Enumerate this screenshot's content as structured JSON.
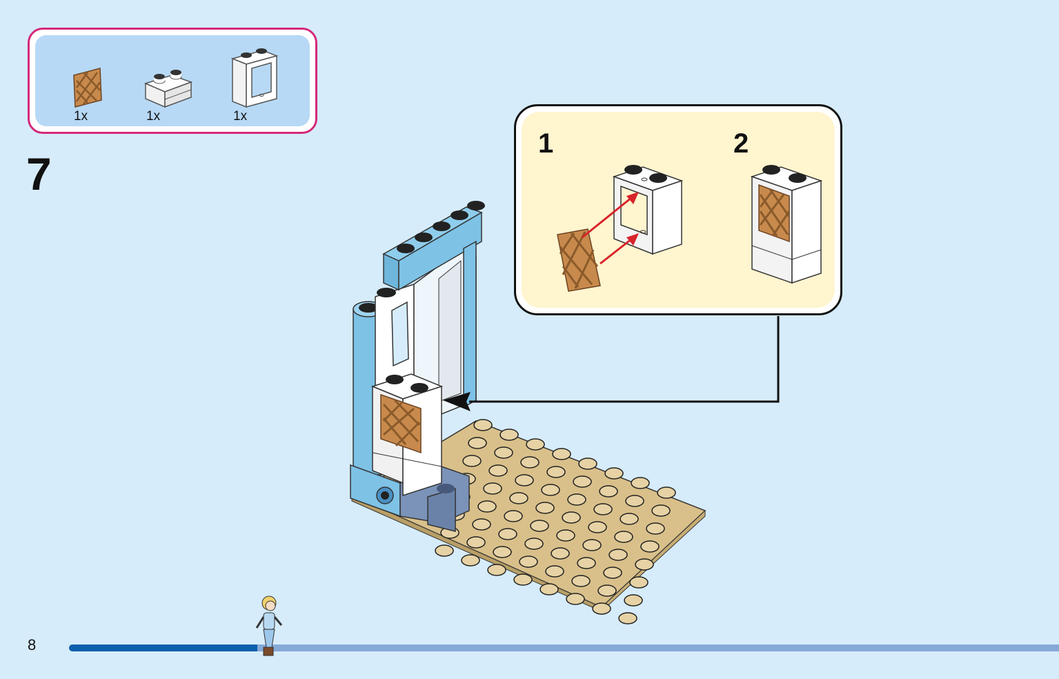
{
  "parts_list": {
    "items": [
      {
        "name": "lattice panel",
        "qty": "1x",
        "icon": "lattice-panel-icon"
      },
      {
        "name": "white brick 1x2",
        "qty": "1x",
        "icon": "white-brick-icon"
      },
      {
        "name": "white window frame",
        "qty": "1x",
        "icon": "window-frame-icon"
      }
    ]
  },
  "step": {
    "number": "7"
  },
  "callout": {
    "substeps": [
      {
        "label": "1"
      },
      {
        "label": "2"
      }
    ]
  },
  "footer": {
    "page_number": "8",
    "progress": 0.19
  },
  "colors": {
    "background": "#d6ecfb",
    "parts_border": "#d6287a",
    "progress_fill": "#0a5fac",
    "progress_track": "#86a9d8",
    "arrow_red": "#d8232a",
    "baseplate_tan": "#d9c08a",
    "wall_blue": "#7ec2e6"
  }
}
